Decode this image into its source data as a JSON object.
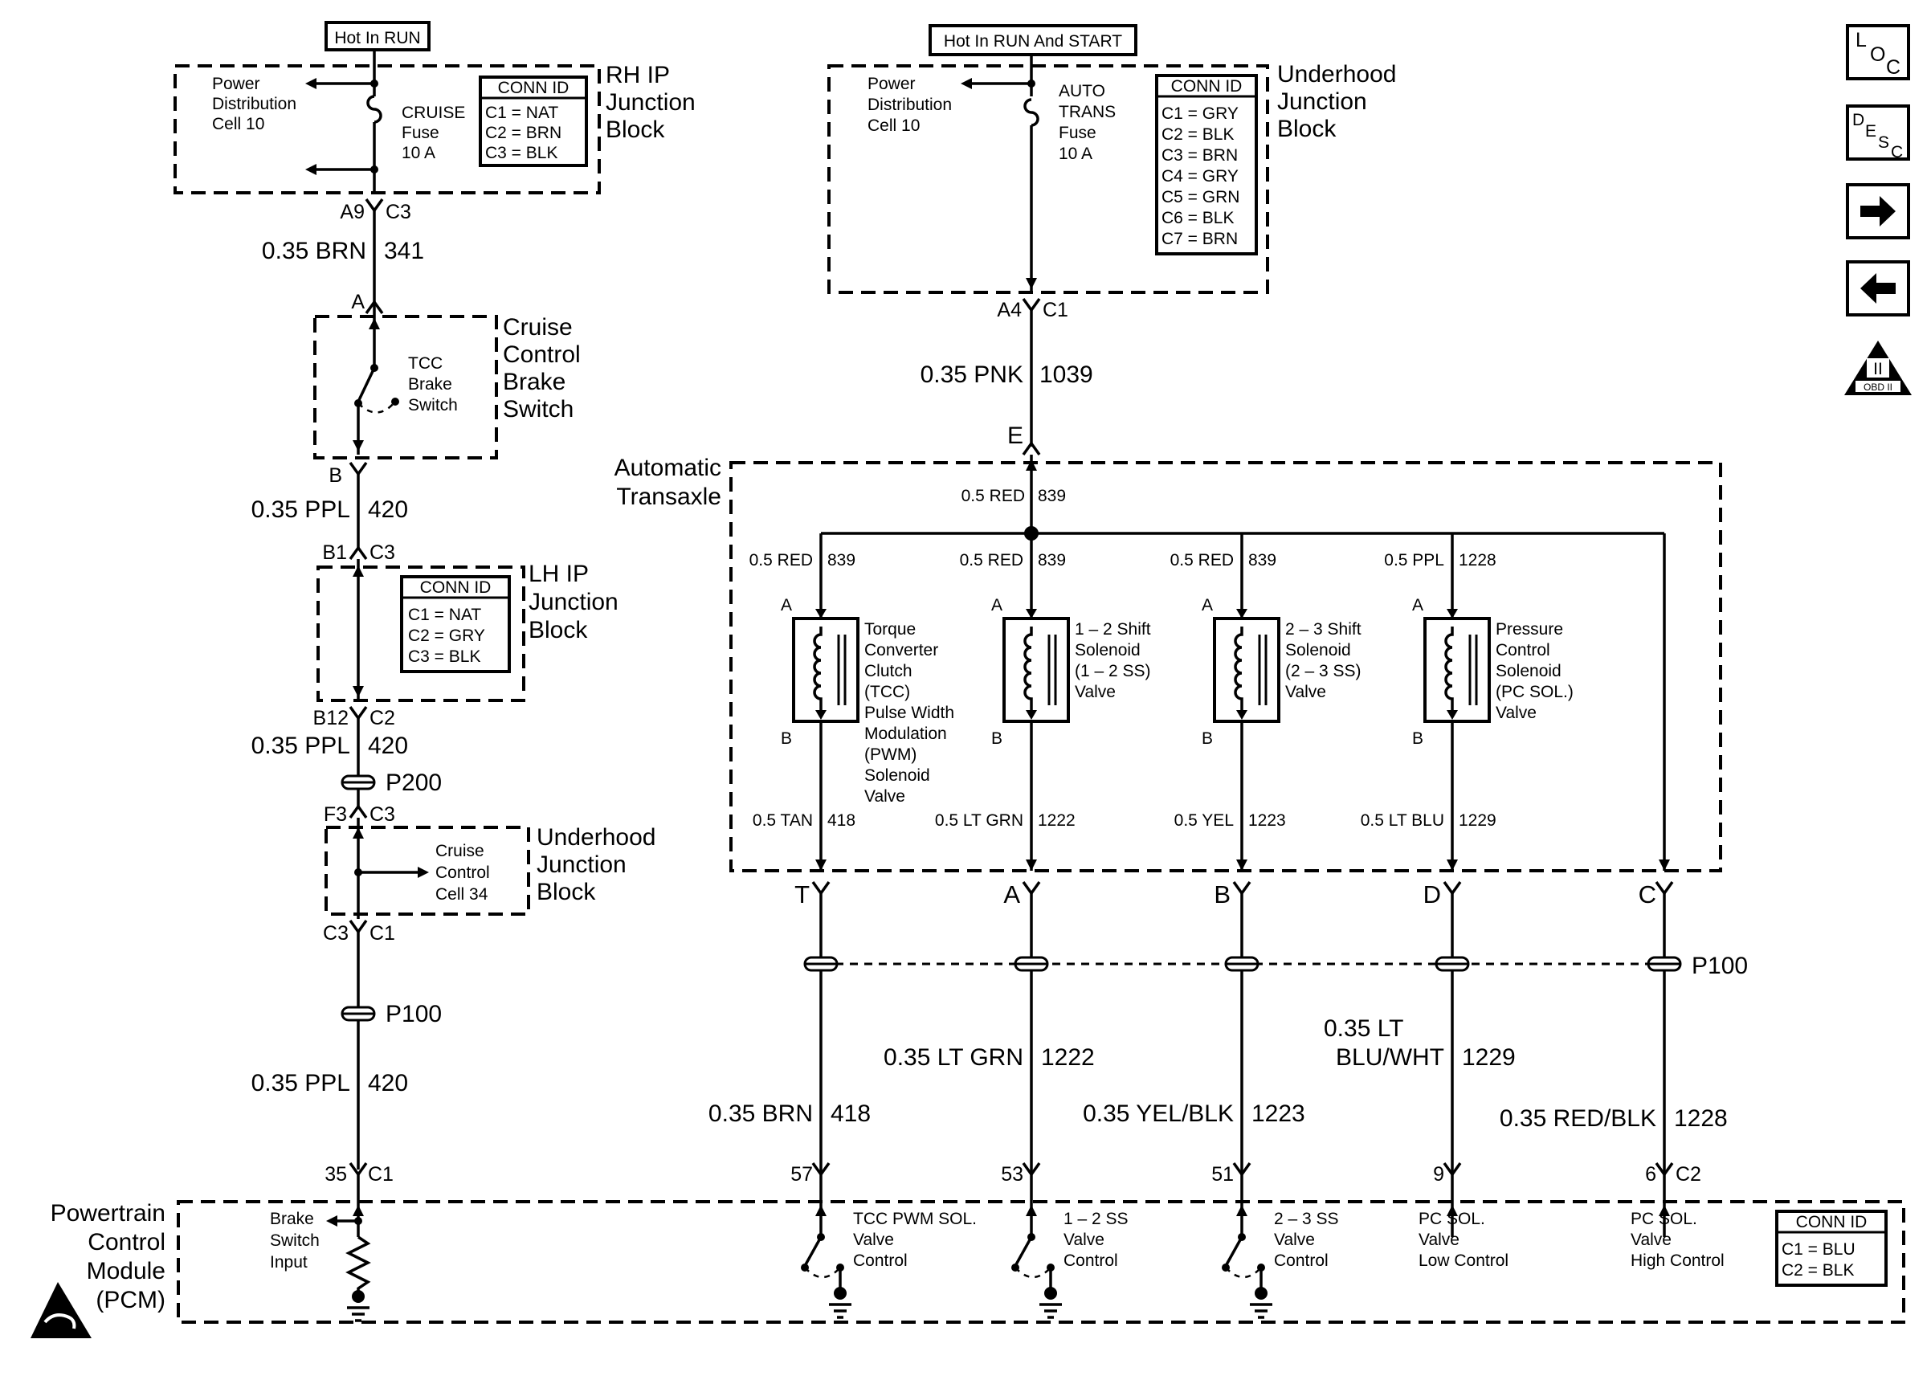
{
  "labels": {
    "hot_run": "Hot In RUN",
    "hot_run_start": "Hot In RUN And START",
    "rh_block": [
      "RH IP",
      "Junction",
      "Block"
    ],
    "uh_block_top": [
      "Underhood",
      "Junction",
      "Block"
    ],
    "uh_block_mid": [
      "Underhood",
      "Junction",
      "Block"
    ],
    "lh_block": [
      "LH IP",
      "Junction",
      "Block"
    ],
    "cruise_switch": [
      "Cruise",
      "Control",
      "Brake",
      "Switch"
    ],
    "transaxle": [
      "Automatic",
      "Transaxle"
    ],
    "pcm": [
      "Powertrain",
      "Control",
      "Module",
      "(PCM)"
    ],
    "pd_cell_left": [
      "Power",
      "Distribution",
      "Cell 10"
    ],
    "pd_cell_right": [
      "Power",
      "Distribution",
      "Cell 10"
    ],
    "cruise_fuse": [
      "CRUISE",
      "Fuse",
      "10 A"
    ],
    "auto_fuse": [
      "AUTO",
      "TRANS",
      "Fuse",
      "10 A"
    ],
    "tcc_switch": [
      "TCC",
      "Brake",
      "Switch"
    ],
    "cruise_cell": [
      "Cruise",
      "Control",
      "Cell 34"
    ],
    "brake_input": [
      "Brake",
      "Switch",
      "Input"
    ],
    "tcc_pwm_ctrl": [
      "TCC PWM SOL.",
      "Valve",
      "Control"
    ],
    "ss12_ctrl": [
      "1 – 2 SS",
      "Valve",
      "Control"
    ],
    "ss23_ctrl": [
      "2 – 3 SS",
      "Valve",
      "Control"
    ],
    "pc_low": [
      "PC SOL.",
      "Valve",
      "Low Control"
    ],
    "pc_high": [
      "PC SOL.",
      "Valve",
      "High Control"
    ],
    "sol_tcc": [
      "Torque",
      "Converter",
      "Clutch",
      "(TCC)",
      "Pulse Width",
      "Modulation",
      "(PWM)",
      "Solenoid",
      "Valve"
    ],
    "sol_12": [
      "1 – 2 Shift",
      "Solenoid",
      "(1 – 2 SS)",
      "Valve"
    ],
    "sol_23": [
      "2 – 3 Shift",
      "Solenoid",
      "(2 – 3 SS)",
      "Valve"
    ],
    "sol_pc": [
      "Pressure",
      "Control",
      "Solenoid",
      "(PC SOL.)",
      "Valve"
    ]
  },
  "conn_ids": {
    "title": "CONN ID",
    "rh_ip": [
      "C1 = NAT",
      "C2 = BRN",
      "C3 = BLK"
    ],
    "uh_top": [
      "C1 = GRY",
      "C2 = BLK",
      "C3 = BRN",
      "C4 = GRY",
      "C5 = GRN",
      "C6 = BLK",
      "C7 = BRN"
    ],
    "lh_ip": [
      "C1 = NAT",
      "C2 = GRY",
      "C3 = BLK"
    ],
    "pcm": [
      "C1 = BLU",
      "C2 = BLK"
    ]
  },
  "wires": {
    "w341": [
      "0.35 BRN",
      "341"
    ],
    "w420a": [
      "0.35 PPL",
      "420"
    ],
    "w420b": [
      "0.35 PPL",
      "420"
    ],
    "w420c": [
      "0.35 PPL",
      "420"
    ],
    "w1039": [
      "0.35 PNK",
      "1039"
    ],
    "w839_main": [
      "0.5 RED",
      "839"
    ],
    "w839_1": [
      "0.5 RED",
      "839"
    ],
    "w839_2": [
      "0.5 RED",
      "839"
    ],
    "w839_3": [
      "0.5 RED",
      "839"
    ],
    "w1228_top": [
      "0.5 PPL",
      "1228"
    ],
    "w418_top": [
      "0.5 TAN",
      "418"
    ],
    "w1222_top": [
      "0.5 LT GRN",
      "1222"
    ],
    "w1223_top": [
      "0.5 YEL",
      "1223"
    ],
    "w1229_top": [
      "0.5 LT BLU",
      "1229"
    ],
    "w418": [
      "0.35 BRN",
      "418"
    ],
    "w1222": [
      "0.35 LT GRN",
      "1222"
    ],
    "w1223": [
      "0.35 YEL/BLK",
      "1223"
    ],
    "w1229": [
      "0.35 LT",
      "BLU/WHT",
      "1229"
    ],
    "w1228": [
      "0.35 RED/BLK",
      "1228"
    ]
  },
  "connectors": {
    "a9": "A9",
    "c3a": "C3",
    "a": "A",
    "b": "B",
    "b1": "B1",
    "c3b": "C3",
    "b12": "B12",
    "c2a": "C2",
    "p200": "P200",
    "f3": "F3",
    "c3c": "C3",
    "c3d": "C3",
    "c1a": "C1",
    "p100_left": "P100",
    "n35": "35",
    "c1b": "C1",
    "a4": "A4",
    "c1c": "C1",
    "e": "E",
    "t": "T",
    "ca": "A",
    "cb": "B",
    "cd": "D",
    "cc": "C",
    "p100_right": "P100",
    "n57": "57",
    "n53": "53",
    "n51": "51",
    "n9": "9",
    "n6": "6",
    "c2b": "C2",
    "sol_a": "A",
    "sol_b": "B"
  },
  "nav_icons": {
    "loc": [
      "L",
      "O",
      "C"
    ],
    "desc": [
      "D",
      "E",
      "S",
      "C"
    ],
    "obd": [
      "II",
      "OBD II"
    ]
  }
}
